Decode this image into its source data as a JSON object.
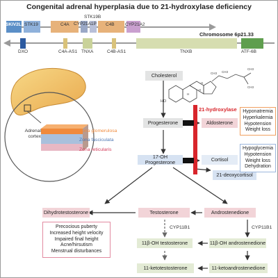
{
  "title": "Congenital adrenal hyperplasia due to 21-hydroxylase deficiency",
  "chromosome": {
    "label": "Chromosome 6p21.33",
    "top_genes": [
      "SKIV2L",
      "STK19",
      "C4A",
      "CYP21A1P",
      "STK19B",
      "C4B",
      "CYP21A2"
    ],
    "bottom_genes": [
      "DXO",
      "C4A-AS1",
      "TNXA",
      "C4B-AS1",
      "TNXB",
      "ATF-6B"
    ]
  },
  "adrenal": {
    "cortex_label": "Adrenal cortex",
    "zones": [
      "Zona glomerulosa",
      "Zona fasciculata",
      "Zona reticularis"
    ],
    "zone_colors": [
      "#f08a3c",
      "#a9c0dc",
      "#e8b8c4"
    ]
  },
  "enzyme": "21-hydroxylase",
  "molecules": {
    "cholesterol": "Cholesterol",
    "progesterone": "Progesterone",
    "aldosterone": "Aldosterone",
    "ohp17": "17-OH Progesterone",
    "cortisol": "Cortisol",
    "deoxycortisol": "21-deoxycortisol",
    "dht": "Dihydrotestosterone",
    "testosterone": "Testosterone",
    "androstenedione": "Androstenedione",
    "ohtestosterone": "11β-OH testosterone",
    "ohandrostenedione": "11β-OH androstenedione",
    "ketotestosterone": "11-ketotestosterone",
    "ketoandrostenedione": "11-ketoandrostenedione"
  },
  "cyp_labels": [
    "CYP11B1",
    "CYP11B1"
  ],
  "structure_labels": [
    "HO",
    "CH3",
    "CH3",
    "CH3",
    "CH3",
    "H",
    "H",
    "H"
  ],
  "aldo_deficit": [
    "Hyponatremia",
    "Hyperkalemia",
    "Hypotension",
    "Weight loss"
  ],
  "cortisol_deficit": [
    "Hypoglycemia",
    "Hypotension",
    "Weight loss",
    "Dehydration"
  ],
  "androgen_excess": [
    "Precocious puberty",
    "Increased height velocity",
    "Impaired final height",
    "Acne/hirsutism",
    "Menstrual disturbances"
  ],
  "colors": {
    "enzyme_red": "#d8252b",
    "aldo_border": "#f0a060",
    "cortisol_border": "#9cb6dc",
    "androgen_border": "#e28aa0"
  }
}
